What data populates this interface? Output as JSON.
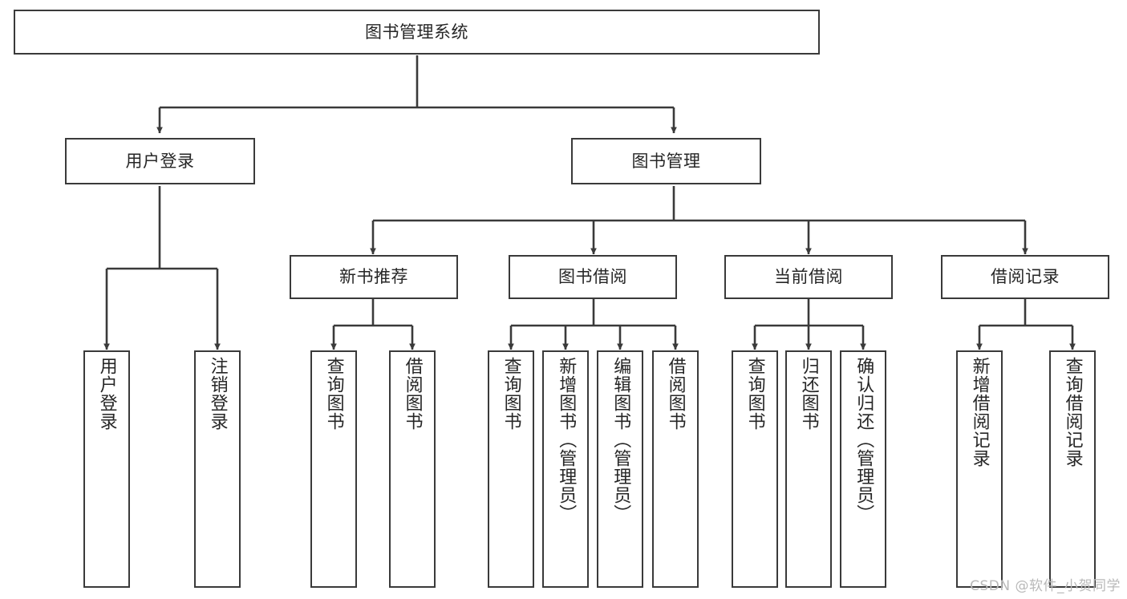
{
  "diagram": {
    "type": "tree-hierarchy-chart",
    "title": "图书管理系统",
    "watermark": "CSDN @软件_小贺同学",
    "colors": {
      "background": "#ffffff",
      "node_fill": "#ffffff",
      "node_border": "#3a3a3a",
      "edge": "#3a3a3a",
      "text": "#262626",
      "watermark": "#b9b9b9"
    },
    "levels": {
      "root": {
        "label": "图书管理系统"
      },
      "level2": [
        {
          "label": "用户登录"
        },
        {
          "label": "图书管理"
        }
      ],
      "level3": [
        {
          "label": "新书推荐"
        },
        {
          "label": "图书借阅"
        },
        {
          "label": "当前借阅"
        },
        {
          "label": "借阅记录"
        }
      ],
      "leaves": [
        {
          "label": "用户登录",
          "parent": "用户登录"
        },
        {
          "label": "注销登录",
          "parent": "用户登录"
        },
        {
          "label": "查询图书",
          "parent": "新书推荐"
        },
        {
          "label": "借阅图书",
          "parent": "新书推荐"
        },
        {
          "label": "查询图书",
          "parent": "图书借阅"
        },
        {
          "label": "新增图书（管理员）",
          "parent": "图书借阅"
        },
        {
          "label": "编辑图书（管理员）",
          "parent": "图书借阅"
        },
        {
          "label": "借阅图书",
          "parent": "图书借阅"
        },
        {
          "label": "查询图书",
          "parent": "当前借阅"
        },
        {
          "label": "归还图书",
          "parent": "当前借阅"
        },
        {
          "label": "确认归还（管理员）",
          "parent": "当前借阅"
        },
        {
          "label": "新增借阅记录",
          "parent": "借阅记录"
        },
        {
          "label": "查询借阅记录",
          "parent": "借阅记录"
        }
      ]
    }
  }
}
